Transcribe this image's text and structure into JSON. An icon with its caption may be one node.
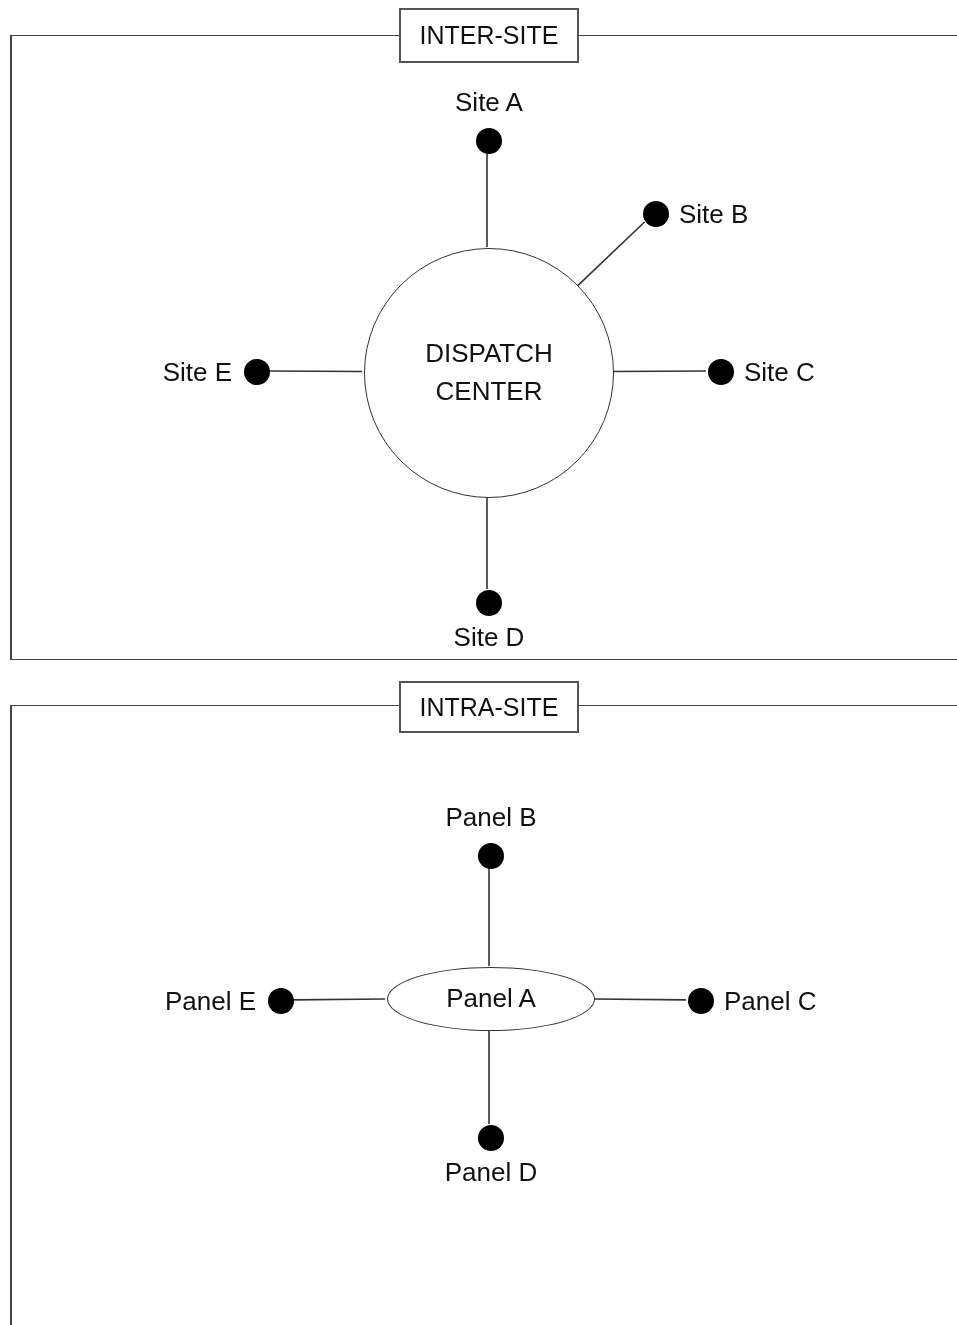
{
  "diagram": {
    "nodes": [
      {
        "text": [
          "INTER-SITE"
        ]
      },
      {
        "text": [],
        "shape": "circle",
        "in": 0,
        "beside": [
          "Site A"
        ]
      },
      {
        "text": [],
        "shape": "circle",
        "in": 0,
        "beside": [
          "Site B"
        ]
      },
      {
        "text": [],
        "shape": "circle",
        "in": 0,
        "beside": [
          "Site E"
        ]
      },
      {
        "text": [
          "DISPATCH CENTER"
        ],
        "in": 0
      },
      {
        "text": [],
        "shape": "circle",
        "in": 0,
        "beside": [
          "Site C"
        ]
      },
      {
        "text": [],
        "shape": "circle",
        "in": 0,
        "beside": [
          "Site D"
        ]
      },
      {
        "text": [
          "INTRA-SITE"
        ]
      },
      {
        "text": [],
        "shape": "circle",
        "in": 7,
        "beside": [
          "Panel B"
        ]
      },
      {
        "text": [],
        "shape": "circle",
        "in": 7,
        "beside": [
          "Panel E"
        ]
      },
      {
        "text": [
          "Panel A"
        ],
        "in": 7
      },
      {
        "text": [],
        "shape": "circle",
        "in": 7,
        "beside": [
          "Panel C"
        ]
      },
      {
        "text": [],
        "shape": "circle",
        "in": 7,
        "beside": [
          "Panel D"
        ]
      }
    ],
    "edges": [
      {
        "from": 4,
        "to": 1,
        "arrow": "none"
      },
      {
        "from": 4,
        "to": 2,
        "arrow": "none"
      },
      {
        "from": 4,
        "to": 5,
        "arrow": "none"
      },
      {
        "from": 4,
        "to": 6,
        "arrow": "none"
      },
      {
        "from": 4,
        "to": 3,
        "arrow": "none"
      },
      {
        "from": 10,
        "to": 8,
        "arrow": "none"
      },
      {
        "from": 10,
        "to": 11,
        "arrow": "none"
      },
      {
        "from": 10,
        "to": 12,
        "arrow": "none"
      },
      {
        "from": 10,
        "to": 9,
        "arrow": "none"
      }
    ]
  }
}
